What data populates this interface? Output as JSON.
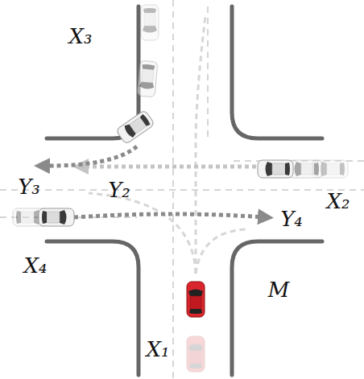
{
  "diagram": {
    "labels": [
      "X₃",
      "Y₃",
      "Y₂",
      "X₂",
      "X₄",
      "Y₄",
      "M",
      "X₁"
    ]
  }
}
